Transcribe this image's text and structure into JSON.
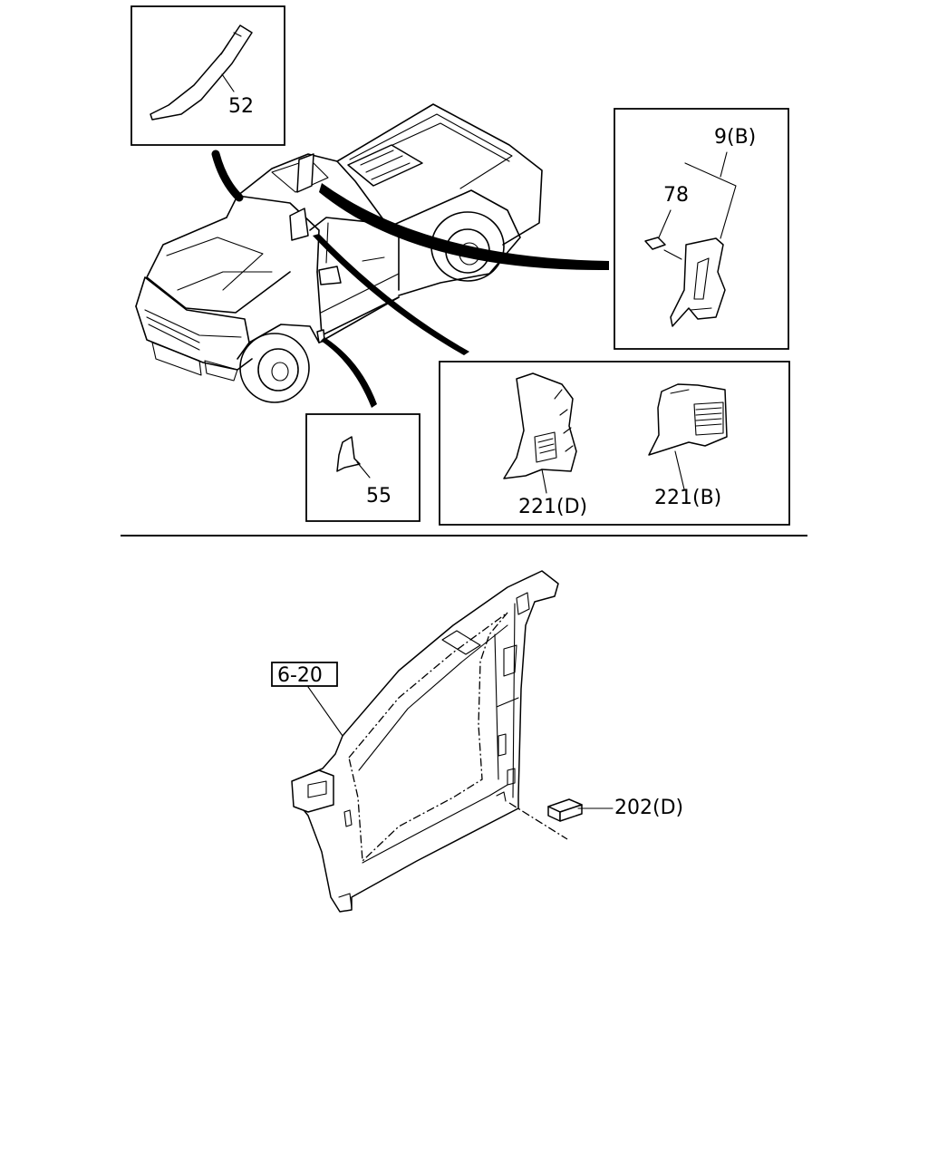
{
  "callouts": {
    "c52": "52",
    "c9b": "9(B)",
    "c78": "78",
    "c55": "55",
    "c221d": "221(D)",
    "c221b": "221(B)",
    "c620": "6-20",
    "c202d": "202(D)"
  }
}
